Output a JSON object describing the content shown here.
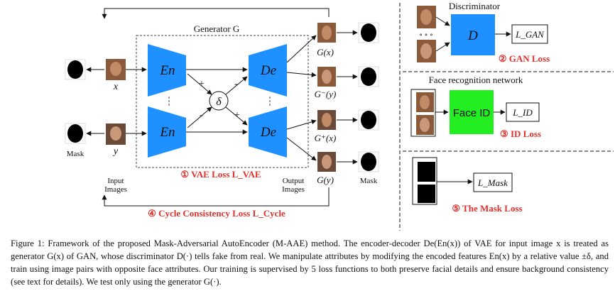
{
  "labels": {
    "generator": "Generator G",
    "input_x": "x",
    "input_y": "y",
    "mask": "Mask",
    "input_images": [
      "Input",
      "Images"
    ],
    "output_images": [
      "Output",
      "Images"
    ],
    "out_g_x": "G(x)",
    "out_g_minus_y": "G⁻(y)",
    "out_g_plus_x": "G⁺(x)",
    "out_g_y": "G(y)",
    "mask_out": "Mask",
    "encoder": "En",
    "decoder": "De",
    "delta": "δ",
    "plus": "+",
    "minus": "-",
    "discriminator": "Discriminator",
    "disc_symbol": "D",
    "dots": "∘ ∘ ∘",
    "face_rec_network": "Face recognition network",
    "face_id": "Face ID",
    "l_gan": "L_GAN",
    "l_id": "L_ID",
    "l_mask": "L_Mask"
  },
  "losses": {
    "vae": "① VAE Loss L_VAE",
    "gan": "② GAN Loss",
    "id": "③ ID Loss",
    "cycle": "④ Cycle Consistency Loss L_Cycle",
    "mask": "⑤ The Mask Loss"
  },
  "colors": {
    "encoder_blue": "#1e90ff",
    "disc_blue": "#1e90ff",
    "face_id_green": "#22ee22",
    "loss_red": "#e0312b"
  },
  "caption": "Figure 1: Framework of the proposed Mask-Adversarial AutoEncoder (M-AAE) method. The encoder-decoder De(En(x)) of VAE for input image x is treated as generator G(x) of GAN, whose discriminator D(·) tells fake from real. We manipulate attributes by modifying the encoded features En(x) by a relative value ±δ, and train using image pairs with opposite face attributes. Our training is supervised by 5 loss functions to both preserve facial details and ensure background consistency (see text for details). We test only using the generator G(·)."
}
